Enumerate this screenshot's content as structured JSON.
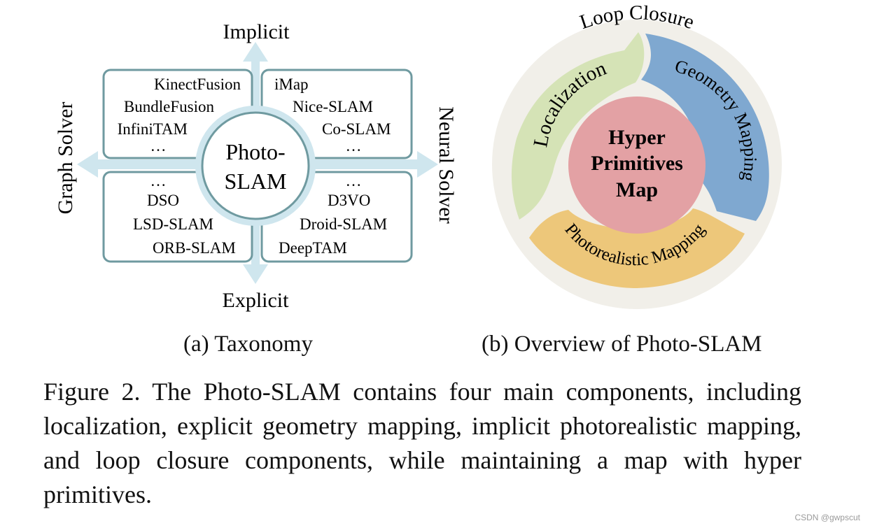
{
  "taxonomy": {
    "axes": {
      "top": "Implicit",
      "bottom": "Explicit",
      "left": "Graph Solver",
      "right": "Neural Solver"
    },
    "center": [
      "Photo-",
      "SLAM"
    ],
    "quadrants": {
      "top_left": [
        "KinectFusion",
        "BundleFusion",
        "InfiniTAM",
        "…"
      ],
      "top_right": [
        "iMap",
        "Nice-SLAM",
        "Co-SLAM",
        "…"
      ],
      "bottom_left": [
        "…",
        "DSO",
        "LSD-SLAM",
        "ORB-SLAM"
      ],
      "bottom_right": [
        "…",
        "D3VO",
        "Droid-SLAM",
        "DeepTAM"
      ]
    },
    "sublabel": "(a) Taxonomy"
  },
  "overview": {
    "outer": "Loop Closure",
    "localization": "Localization",
    "geometry": "Geometry Mapping",
    "photorealistic": "Photorealistic Mapping",
    "core": [
      "Hyper",
      "Primitives",
      "Map"
    ],
    "sublabel": "(b) Overview of Photo-SLAM",
    "colors": {
      "outer": "#f1efe9",
      "localization": "#d5e3b6",
      "geometry": "#7fa8d0",
      "photorealistic": "#edc77a",
      "core": "#e3a1a4",
      "axis_arrow": "#cfe6ee",
      "frame": "#6f9aa0"
    }
  },
  "caption": "Figure 2. The Photo-SLAM contains four main components, including localization, explicit geometry mapping, implicit photorealistic mapping, and loop closure components, while maintaining a map with hyper primitives.",
  "watermark": "CSDN @gwpscut"
}
